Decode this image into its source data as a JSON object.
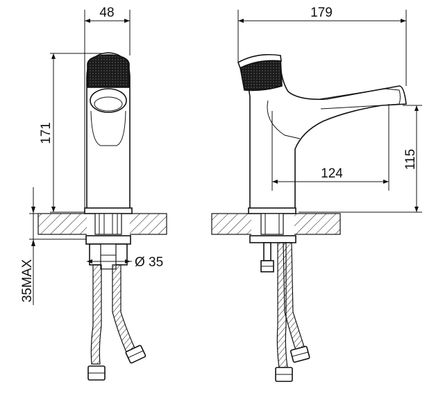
{
  "dimensions": {
    "body_width": "48",
    "overall_length": "179",
    "height": "171",
    "spout_reach": "124",
    "spout_height": "115",
    "hole_diameter": "Ø 35",
    "deck_thickness": "35MAX"
  },
  "colors": {
    "line": "#111111",
    "knurl": "#1a1a1a",
    "background": "#ffffff"
  }
}
